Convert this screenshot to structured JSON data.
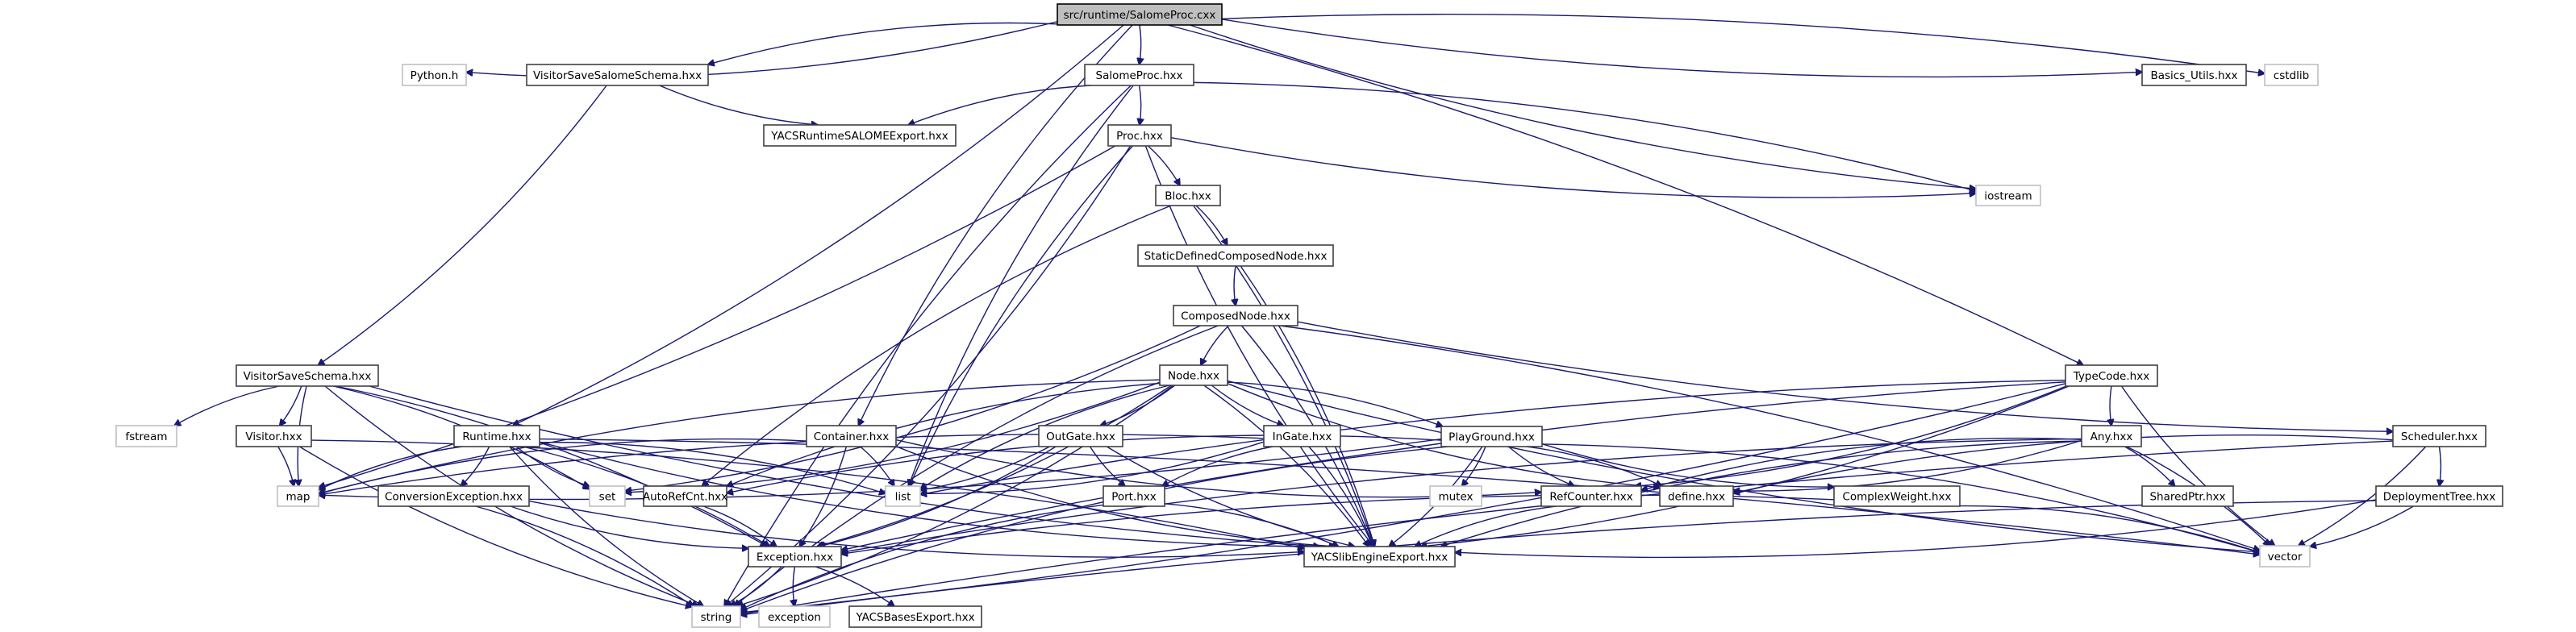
{
  "diagram": {
    "type": "include-dependency-graph",
    "root": "src/runtime/SalomeProc.cxx",
    "colors": {
      "edge": "#191970",
      "root_fill": "#bfbfbf",
      "local_border": "#404040",
      "system_border": "#bfbfbf"
    },
    "nodes": [
      {
        "id": "root",
        "label": "src/runtime/SalomeProc.cxx",
        "kind": "root"
      },
      {
        "id": "python",
        "label": "Python.h",
        "kind": "system"
      },
      {
        "id": "vssalome",
        "label": "VisitorSaveSalomeSchema.hxx",
        "kind": "local"
      },
      {
        "id": "salomeproc",
        "label": "SalomeProc.hxx",
        "kind": "local"
      },
      {
        "id": "basics",
        "label": "Basics_Utils.hxx",
        "kind": "local"
      },
      {
        "id": "cstdlib",
        "label": "cstdlib",
        "kind": "system"
      },
      {
        "id": "yacsrtexp",
        "label": "YACSRuntimeSALOMEExport.hxx",
        "kind": "local"
      },
      {
        "id": "proc",
        "label": "Proc.hxx",
        "kind": "local"
      },
      {
        "id": "bloc",
        "label": "Bloc.hxx",
        "kind": "local"
      },
      {
        "id": "iostream",
        "label": "iostream",
        "kind": "system"
      },
      {
        "id": "sdcn",
        "label": "StaticDefinedComposedNode.hxx",
        "kind": "local"
      },
      {
        "id": "composed",
        "label": "ComposedNode.hxx",
        "kind": "local"
      },
      {
        "id": "vss",
        "label": "VisitorSaveSchema.hxx",
        "kind": "local"
      },
      {
        "id": "node",
        "label": "Node.hxx",
        "kind": "local"
      },
      {
        "id": "typecode",
        "label": "TypeCode.hxx",
        "kind": "local"
      },
      {
        "id": "fstream",
        "label": "fstream",
        "kind": "system"
      },
      {
        "id": "visitor",
        "label": "Visitor.hxx",
        "kind": "local"
      },
      {
        "id": "runtime",
        "label": "Runtime.hxx",
        "kind": "local"
      },
      {
        "id": "container",
        "label": "Container.hxx",
        "kind": "local"
      },
      {
        "id": "outgate",
        "label": "OutGate.hxx",
        "kind": "local"
      },
      {
        "id": "ingate",
        "label": "InGate.hxx",
        "kind": "local"
      },
      {
        "id": "playground",
        "label": "PlayGround.hxx",
        "kind": "local"
      },
      {
        "id": "any",
        "label": "Any.hxx",
        "kind": "local"
      },
      {
        "id": "scheduler",
        "label": "Scheduler.hxx",
        "kind": "local"
      },
      {
        "id": "map",
        "label": "map",
        "kind": "system"
      },
      {
        "id": "convexc",
        "label": "ConversionException.hxx",
        "kind": "local"
      },
      {
        "id": "set",
        "label": "set",
        "kind": "system"
      },
      {
        "id": "autorefcnt",
        "label": "AutoRefCnt.hxx",
        "kind": "local"
      },
      {
        "id": "list",
        "label": "list",
        "kind": "system"
      },
      {
        "id": "port",
        "label": "Port.hxx",
        "kind": "local"
      },
      {
        "id": "mutex",
        "label": "mutex",
        "kind": "system"
      },
      {
        "id": "refcounter",
        "label": "RefCounter.hxx",
        "kind": "local"
      },
      {
        "id": "define",
        "label": "define.hxx",
        "kind": "local"
      },
      {
        "id": "complexw",
        "label": "ComplexWeight.hxx",
        "kind": "local"
      },
      {
        "id": "sharedptr",
        "label": "SharedPtr.hxx",
        "kind": "local"
      },
      {
        "id": "deploytree",
        "label": "DeploymentTree.hxx",
        "kind": "local"
      },
      {
        "id": "exception_h",
        "label": "Exception.hxx",
        "kind": "local"
      },
      {
        "id": "yacslibexp",
        "label": "YACSlibEngineExport.hxx",
        "kind": "local"
      },
      {
        "id": "vector",
        "label": "vector",
        "kind": "system"
      },
      {
        "id": "string",
        "label": "string",
        "kind": "system"
      },
      {
        "id": "exception",
        "label": "exception",
        "kind": "system"
      },
      {
        "id": "yacsbasesexp",
        "label": "YACSBasesExport.hxx",
        "kind": "local"
      }
    ],
    "edges": [
      [
        "root",
        "python"
      ],
      [
        "root",
        "vssalome"
      ],
      [
        "root",
        "salomeproc"
      ],
      [
        "root",
        "basics"
      ],
      [
        "root",
        "cstdlib"
      ],
      [
        "root",
        "iostream"
      ],
      [
        "root",
        "runtime"
      ],
      [
        "root",
        "container"
      ],
      [
        "root",
        "typecode"
      ],
      [
        "vssalome",
        "yacsrtexp"
      ],
      [
        "vssalome",
        "vss"
      ],
      [
        "salomeproc",
        "yacsrtexp"
      ],
      [
        "salomeproc",
        "proc"
      ],
      [
        "salomeproc",
        "list"
      ],
      [
        "salomeproc",
        "iostream"
      ],
      [
        "salomeproc",
        "string"
      ],
      [
        "proc",
        "bloc"
      ],
      [
        "proc",
        "iostream"
      ],
      [
        "proc",
        "map"
      ],
      [
        "proc",
        "list"
      ],
      [
        "proc",
        "string"
      ],
      [
        "proc",
        "yacslibexp"
      ],
      [
        "bloc",
        "sdcn"
      ],
      [
        "bloc",
        "autorefcnt"
      ],
      [
        "bloc",
        "yacslibexp"
      ],
      [
        "sdcn",
        "composed"
      ],
      [
        "sdcn",
        "yacslibexp"
      ],
      [
        "composed",
        "node"
      ],
      [
        "composed",
        "set"
      ],
      [
        "composed",
        "string"
      ],
      [
        "composed",
        "vector"
      ],
      [
        "composed",
        "scheduler"
      ],
      [
        "composed",
        "yacslibexp"
      ],
      [
        "vss",
        "fstream"
      ],
      [
        "vss",
        "visitor"
      ],
      [
        "vss",
        "map"
      ],
      [
        "vss",
        "set"
      ],
      [
        "vss",
        "string"
      ],
      [
        "vss",
        "exception_h"
      ],
      [
        "vss",
        "yacslibexp"
      ],
      [
        "visitor",
        "map"
      ],
      [
        "visitor",
        "string"
      ],
      [
        "visitor",
        "yacslibexp"
      ],
      [
        "runtime",
        "map"
      ],
      [
        "runtime",
        "convexc"
      ],
      [
        "runtime",
        "set"
      ],
      [
        "runtime",
        "list"
      ],
      [
        "runtime",
        "string"
      ],
      [
        "runtime",
        "vector"
      ],
      [
        "runtime",
        "yacslibexp"
      ],
      [
        "runtime",
        "exception_h"
      ],
      [
        "node",
        "map"
      ],
      [
        "node",
        "set"
      ],
      [
        "node",
        "list"
      ],
      [
        "node",
        "outgate"
      ],
      [
        "node",
        "ingate"
      ],
      [
        "node",
        "playground"
      ],
      [
        "node",
        "autorefcnt"
      ],
      [
        "node",
        "exception_h"
      ],
      [
        "node",
        "define"
      ],
      [
        "node",
        "string"
      ],
      [
        "node",
        "vector"
      ],
      [
        "node",
        "yacslibexp"
      ],
      [
        "container",
        "map"
      ],
      [
        "container",
        "list"
      ],
      [
        "container",
        "refcounter"
      ],
      [
        "container",
        "exception_h"
      ],
      [
        "container",
        "yacslibexp"
      ],
      [
        "outgate",
        "list"
      ],
      [
        "outgate",
        "port"
      ],
      [
        "outgate",
        "exception_h"
      ],
      [
        "outgate",
        "yacslibexp"
      ],
      [
        "ingate",
        "list"
      ],
      [
        "ingate",
        "port"
      ],
      [
        "ingate",
        "yacslibexp"
      ],
      [
        "ingate",
        "map"
      ],
      [
        "playground",
        "mutex"
      ],
      [
        "playground",
        "refcounter"
      ],
      [
        "playground",
        "define"
      ],
      [
        "playground",
        "complexw"
      ],
      [
        "playground",
        "vector"
      ],
      [
        "playground",
        "string"
      ],
      [
        "playground",
        "yacslibexp"
      ],
      [
        "playground",
        "autorefcnt"
      ],
      [
        "playground",
        "map"
      ],
      [
        "typecode",
        "any"
      ],
      [
        "typecode",
        "refcounter"
      ],
      [
        "typecode",
        "list"
      ],
      [
        "typecode",
        "string"
      ],
      [
        "typecode",
        "vector"
      ],
      [
        "typecode",
        "yacslibexp"
      ],
      [
        "typecode",
        "exception_h"
      ],
      [
        "any",
        "sharedptr"
      ],
      [
        "any",
        "refcounter"
      ],
      [
        "any",
        "define"
      ],
      [
        "any",
        "exception_h"
      ],
      [
        "any",
        "vector"
      ],
      [
        "any",
        "yacslibexp"
      ],
      [
        "scheduler",
        "deploytree"
      ],
      [
        "scheduler",
        "define"
      ],
      [
        "scheduler",
        "vector"
      ],
      [
        "scheduler",
        "string"
      ],
      [
        "deploytree",
        "vector"
      ],
      [
        "deploytree",
        "string"
      ],
      [
        "deploytree",
        "yacslibexp"
      ],
      [
        "convexc",
        "exception_h"
      ],
      [
        "convexc",
        "string"
      ],
      [
        "convexc",
        "yacslibexp"
      ],
      [
        "autorefcnt",
        "exception_h"
      ],
      [
        "port",
        "string"
      ],
      [
        "port",
        "yacslibexp"
      ],
      [
        "refcounter",
        "yacslibexp"
      ],
      [
        "complexw",
        "vector"
      ],
      [
        "complexw",
        "exception_h"
      ],
      [
        "exception_h",
        "string"
      ],
      [
        "exception_h",
        "exception"
      ],
      [
        "exception_h",
        "yacsbasesexp"
      ]
    ]
  }
}
